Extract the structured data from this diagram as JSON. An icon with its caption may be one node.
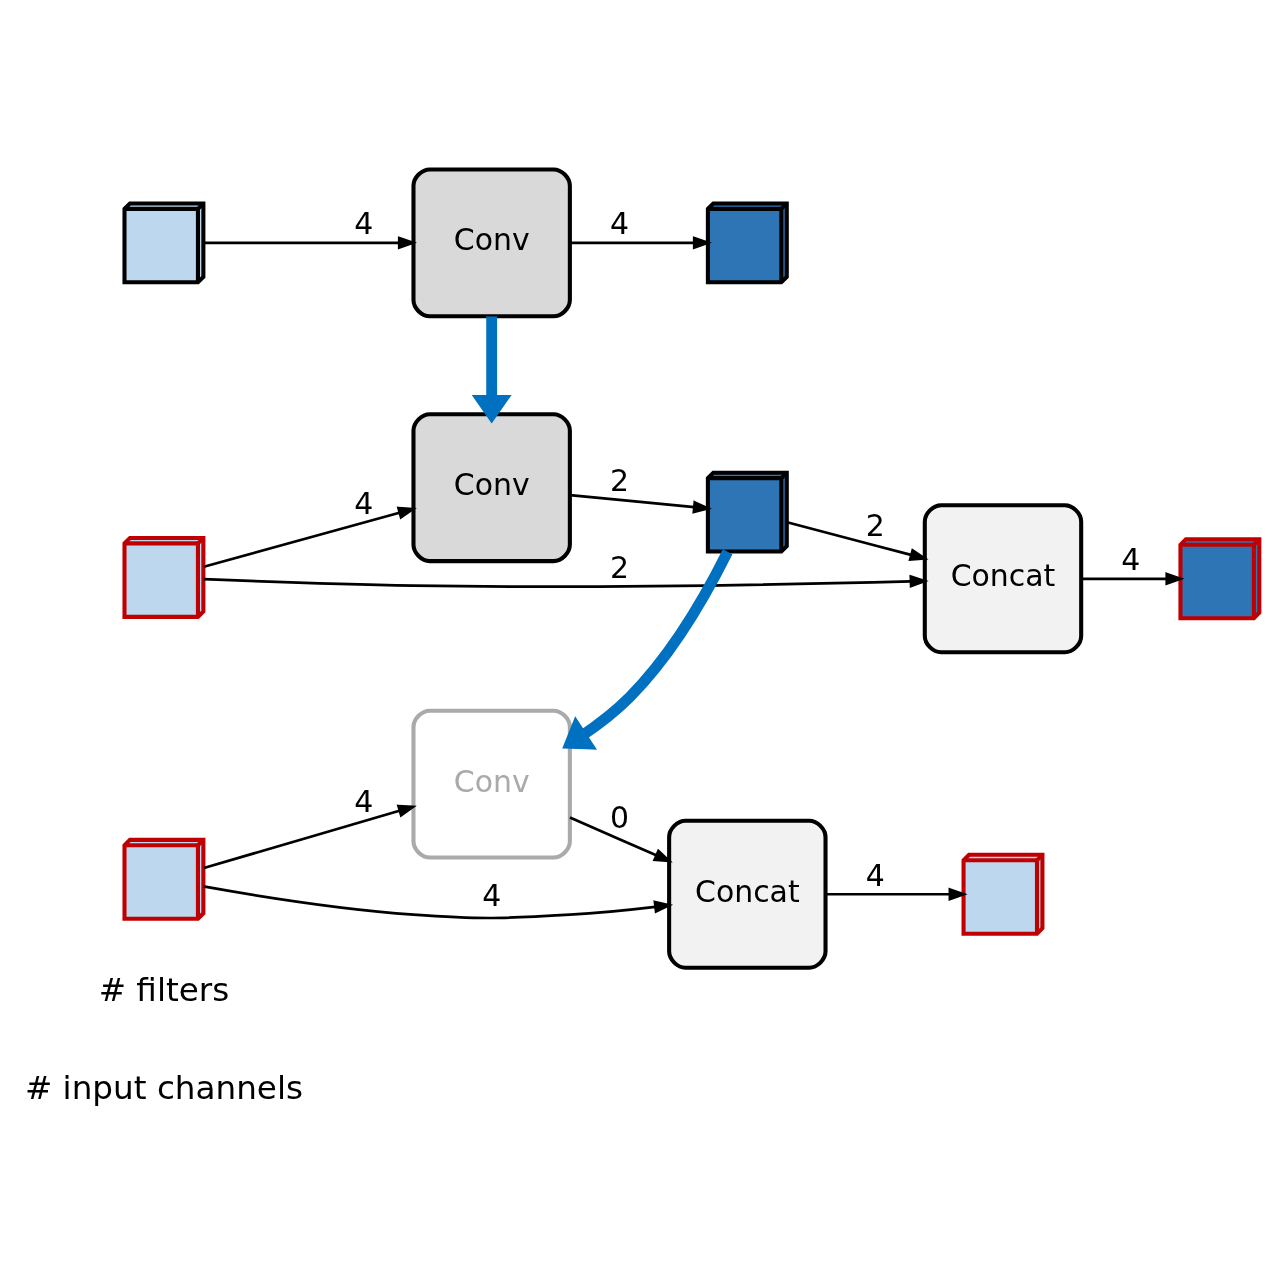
{
  "diagram": {
    "nodes": [
      {
        "text": [],
        "shape": "picture"
      },
      {
        "text": [
          "Conv"
        ]
      },
      {
        "text": [],
        "shape": "picture"
      },
      {
        "text": [],
        "shape": "picture"
      },
      {
        "text": [
          "Conv"
        ]
      },
      {
        "text": [],
        "shape": "picture"
      },
      {
        "text": [
          "Concat"
        ]
      },
      {
        "text": [],
        "shape": "picture"
      },
      {
        "text": [],
        "shape": "picture"
      },
      {
        "text": [
          "Conv"
        ]
      },
      {
        "text": [
          "Concat"
        ]
      },
      {
        "text": [],
        "shape": "picture"
      }
    ],
    "edges": [
      {
        "from": 0,
        "to": 1,
        "arrow": "to",
        "label": "4"
      },
      {
        "from": 1,
        "to": 2,
        "arrow": "to",
        "label": "4"
      },
      {
        "from": 1,
        "to": 4,
        "arrow": "to",
        "style": "thick",
        "color": "#0070c0"
      },
      {
        "from": 3,
        "to": 6,
        "arrow": "to",
        "label": "2"
      },
      {
        "from": 3,
        "to": 4,
        "arrow": "to",
        "label": "4"
      },
      {
        "from": 4,
        "to": 5,
        "arrow": "to",
        "label": "2"
      },
      {
        "from": 5,
        "to": 6,
        "arrow": "to",
        "label": "2"
      },
      {
        "from": 6,
        "to": 7,
        "arrow": "to",
        "label": "4"
      },
      {
        "from": 5,
        "to": 9,
        "arrow": "to",
        "style": "thick",
        "color": "#0070c0"
      },
      {
        "from": 8,
        "to": 10,
        "arrow": "to",
        "label": "4"
      },
      {
        "from": 8,
        "to": 9,
        "arrow": "to",
        "label": "4"
      },
      {
        "from": 9,
        "to": 10,
        "arrow": "to",
        "label": "0"
      },
      {
        "from": 10,
        "to": 11,
        "arrow": "to",
        "label": "4"
      }
    ],
    "labels": [
      "# input channels",
      "# filters"
    ]
  }
}
